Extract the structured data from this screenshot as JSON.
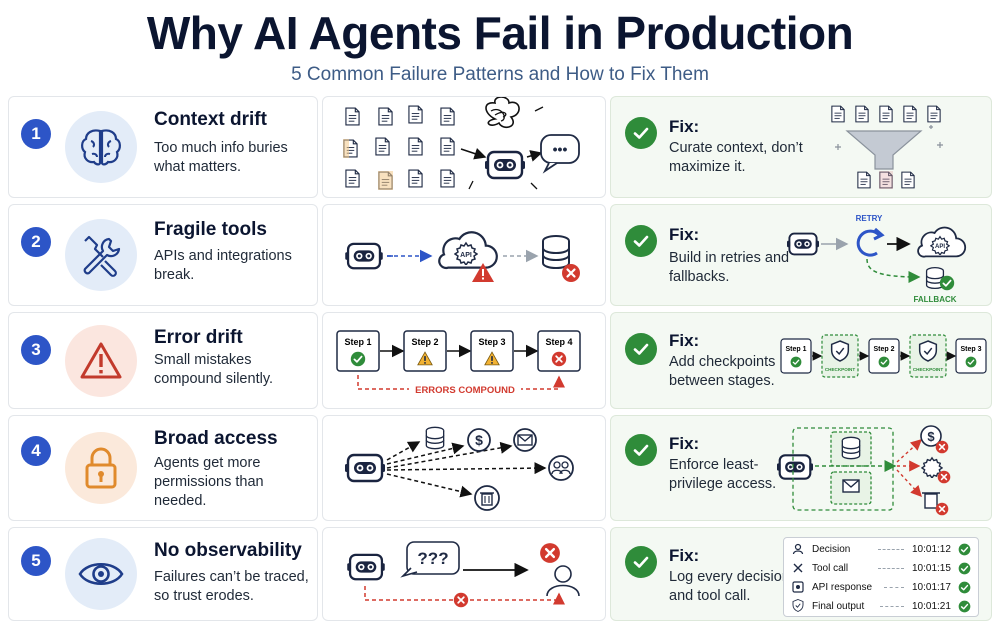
{
  "header": {
    "title": "Why AI Agents Fail in Production",
    "subtitle": "5 Common Failure Patterns and How to Fix Them"
  },
  "colors": {
    "primary_blue": "#2d55c7",
    "fix_green": "#2f8c3a",
    "error_red": "#d23a2f",
    "warning_amber": "#f2b233",
    "dark_navy": "#0b1530"
  },
  "rows": [
    {
      "number": "1",
      "title": "Context drift",
      "description": "Too much info buries what matters.",
      "fix_label": "Fix:",
      "fix_text": "Curate context, don’t maximize it.",
      "problem_icon": "brain-icon",
      "bubble_text": "•••"
    },
    {
      "number": "2",
      "title": "Fragile tools",
      "description": "APIs and integrations break.",
      "fix_label": "Fix:",
      "fix_text": "Build in retries and fallbacks.",
      "problem_icon": "tools-icon",
      "api_label": "API",
      "retry_label": "RETRY",
      "fallback_label": "FALLBACK"
    },
    {
      "number": "3",
      "title": "Error drift",
      "description": "Small mistakes compound silently.",
      "fix_label": "Fix:",
      "fix_text": "Add checkpoints between stages.",
      "problem_icon": "warning-icon",
      "steps": [
        "Step 1",
        "Step 2",
        "Step 3",
        "Step 4"
      ],
      "errors_label": "ERRORS COMPOUND",
      "checkpoint_label": "CHECKPOINT",
      "fix_steps": [
        "Step 1",
        "Step 2",
        "Step 3"
      ]
    },
    {
      "number": "4",
      "title": "Broad access",
      "description": "Agents get more permissions than needed.",
      "fix_label": "Fix:",
      "fix_text": "Enforce least-privilege access.",
      "problem_icon": "padlock-icon"
    },
    {
      "number": "5",
      "title": "No observability",
      "description": "Failures can’t be traced, so trust erodes.",
      "fix_label": "Fix:",
      "fix_text": "Log every decision and tool call.",
      "problem_icon": "eye-icon",
      "bubble_text": "???",
      "log": [
        {
          "label": "Decision",
          "time": "10:01:12",
          "icon": "person-icon"
        },
        {
          "label": "Tool call",
          "time": "10:01:15",
          "icon": "tools-icon"
        },
        {
          "label": "API response",
          "time": "10:01:17",
          "icon": "api-box-icon"
        },
        {
          "label": "Final output",
          "time": "10:01:21",
          "icon": "shield-icon"
        }
      ]
    }
  ]
}
